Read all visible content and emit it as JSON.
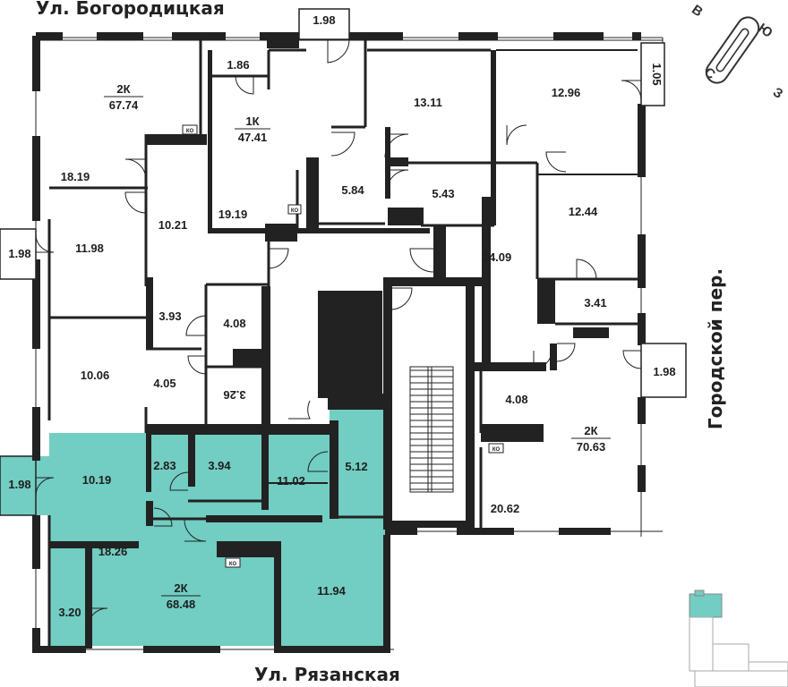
{
  "streets": {
    "north": "Ул. Богородицкая",
    "south": "Ул. Рязанская",
    "east": "Городской пер."
  },
  "compass": {
    "n": "С",
    "s": "Ю",
    "e": "В",
    "w": "З"
  },
  "colors": {
    "highlight": "#72cdc2",
    "wall": "#222222",
    "background": "#ffffff"
  },
  "ko_label": "КО",
  "flats": {
    "nw": {
      "type": "2К",
      "area": "67.74"
    },
    "n1k": {
      "type": "1К",
      "area": "47.41"
    },
    "ne": {
      "type": "2К",
      "area": "70.63"
    },
    "sw": {
      "type": "2К",
      "area": "68.48"
    }
  },
  "rooms": {
    "balcony_top": "1.98",
    "r_1_86": "1.86",
    "r_18_19": "18.19",
    "r_19_19": "19.19",
    "r_5_84": "5.84",
    "r_13_11": "13.11",
    "r_5_43": "5.43",
    "r_12_96": "12.96",
    "balcony_ne": "1.05",
    "r_12_44": "12.44",
    "r_14_09": "14.09",
    "r_3_41": "3.41",
    "balcony_e": "1.98",
    "r_4_08_e": "4.08",
    "r_20_62": "20.62",
    "balcony_w1": "1.98",
    "r_11_98": "11.98",
    "r_10_21": "10.21",
    "r_3_93": "3.93",
    "r_4_08_w": "4.08",
    "r_10_06": "10.06",
    "r_4_05": "4.05",
    "r_3_26": "3.26",
    "balcony_w2": "1.98",
    "r_10_19": "10.19",
    "r_2_83": "2.83",
    "r_3_94": "3.94",
    "r_11_02": "11.02",
    "r_5_12": "5.12",
    "r_18_26": "18.26",
    "r_3_20": "3.20",
    "r_11_94": "11.94"
  }
}
